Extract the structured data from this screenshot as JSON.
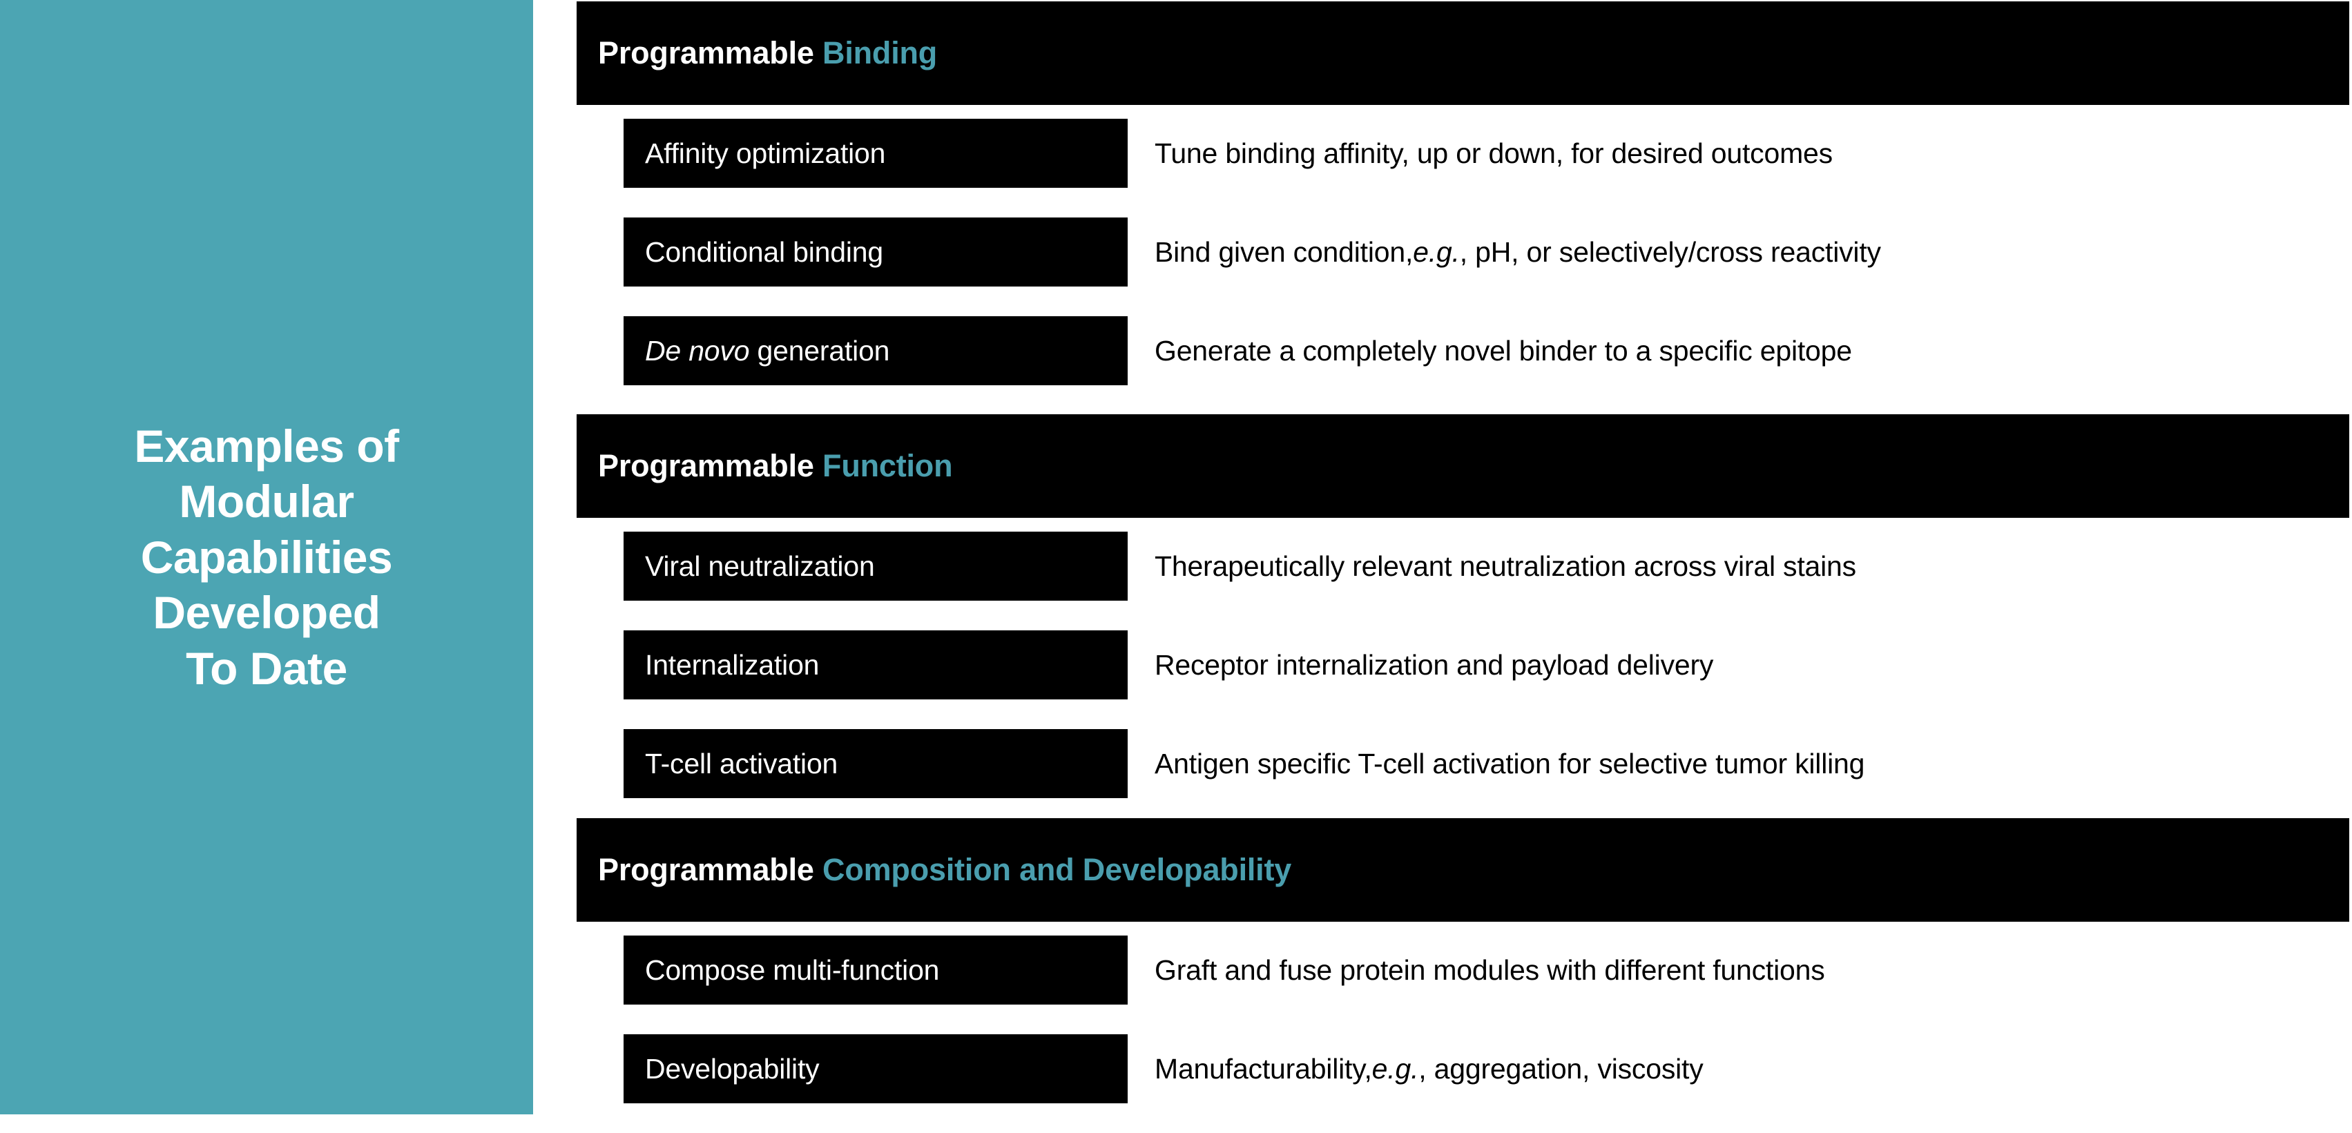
{
  "colors": {
    "panel_teal": "#4CA5B3",
    "accent_teal_text": "#4A9EAE",
    "bar_black": "#000000",
    "background_white": "#FFFFFF"
  },
  "title_panel": {
    "title": "Examples of\nModular\nCapabilities\nDeveloped\nTo Date"
  },
  "sections": [
    {
      "header_prefix": "Programmable",
      "header_accent": "Binding",
      "rows": [
        {
          "label_italic": "",
          "label": "Affinity optimization",
          "desc_pre": "Tune binding affinity, up or down, for desired outcomes",
          "desc_italic": "",
          "desc_post": ""
        },
        {
          "label_italic": "",
          "label": "Conditional binding",
          "desc_pre": "Bind given condition, ",
          "desc_italic": "e.g.",
          "desc_post": ", pH, or selectively/cross reactivity"
        },
        {
          "label_italic": "De novo",
          "label": " generation",
          "desc_pre": "Generate a completely novel binder to a specific epitope",
          "desc_italic": "",
          "desc_post": ""
        }
      ]
    },
    {
      "header_prefix": "Programmable",
      "header_accent": "Function",
      "rows": [
        {
          "label_italic": "",
          "label": "Viral neutralization",
          "desc_pre": "Therapeutically relevant neutralization across viral stains",
          "desc_italic": "",
          "desc_post": ""
        },
        {
          "label_italic": "",
          "label": "Internalization",
          "desc_pre": "Receptor internalization and payload delivery",
          "desc_italic": "",
          "desc_post": ""
        },
        {
          "label_italic": "",
          "label": "T-cell activation",
          "desc_pre": "Antigen specific T-cell activation for selective tumor killing",
          "desc_italic": "",
          "desc_post": ""
        }
      ]
    },
    {
      "header_prefix": "Programmable",
      "header_accent": "Composition and Developability",
      "rows": [
        {
          "label_italic": "",
          "label": "Compose multi-function",
          "desc_pre": "Graft and fuse protein modules with different functions",
          "desc_italic": "",
          "desc_post": ""
        },
        {
          "label_italic": "",
          "label": "Developability",
          "desc_pre": "Manufacturability, ",
          "desc_italic": "e.g.",
          "desc_post": ", aggregation, viscosity"
        }
      ]
    }
  ],
  "layout": {
    "section_tops": [
      2,
      600,
      1185
    ]
  }
}
